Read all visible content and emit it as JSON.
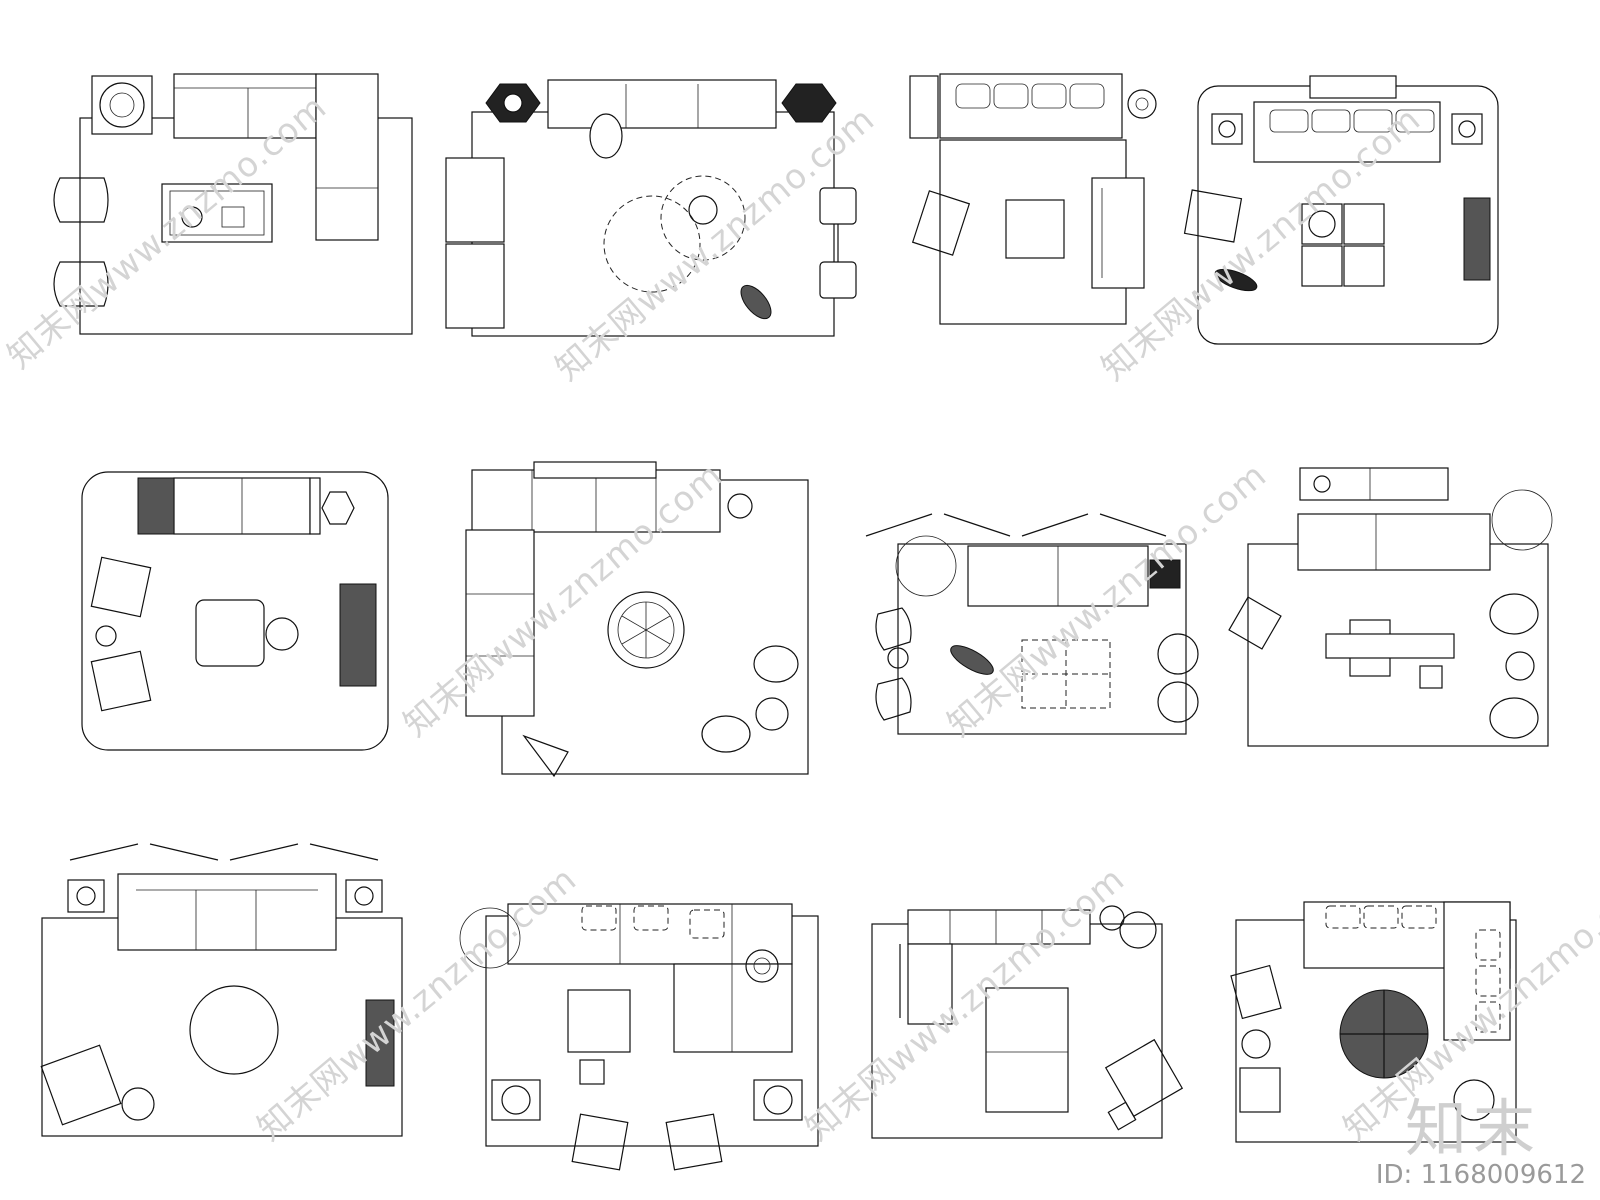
{
  "sheet": {
    "watermark_text": "知末网www.znzmo.com",
    "brand_logo": "知末",
    "image_id": "ID: 1168009612"
  }
}
